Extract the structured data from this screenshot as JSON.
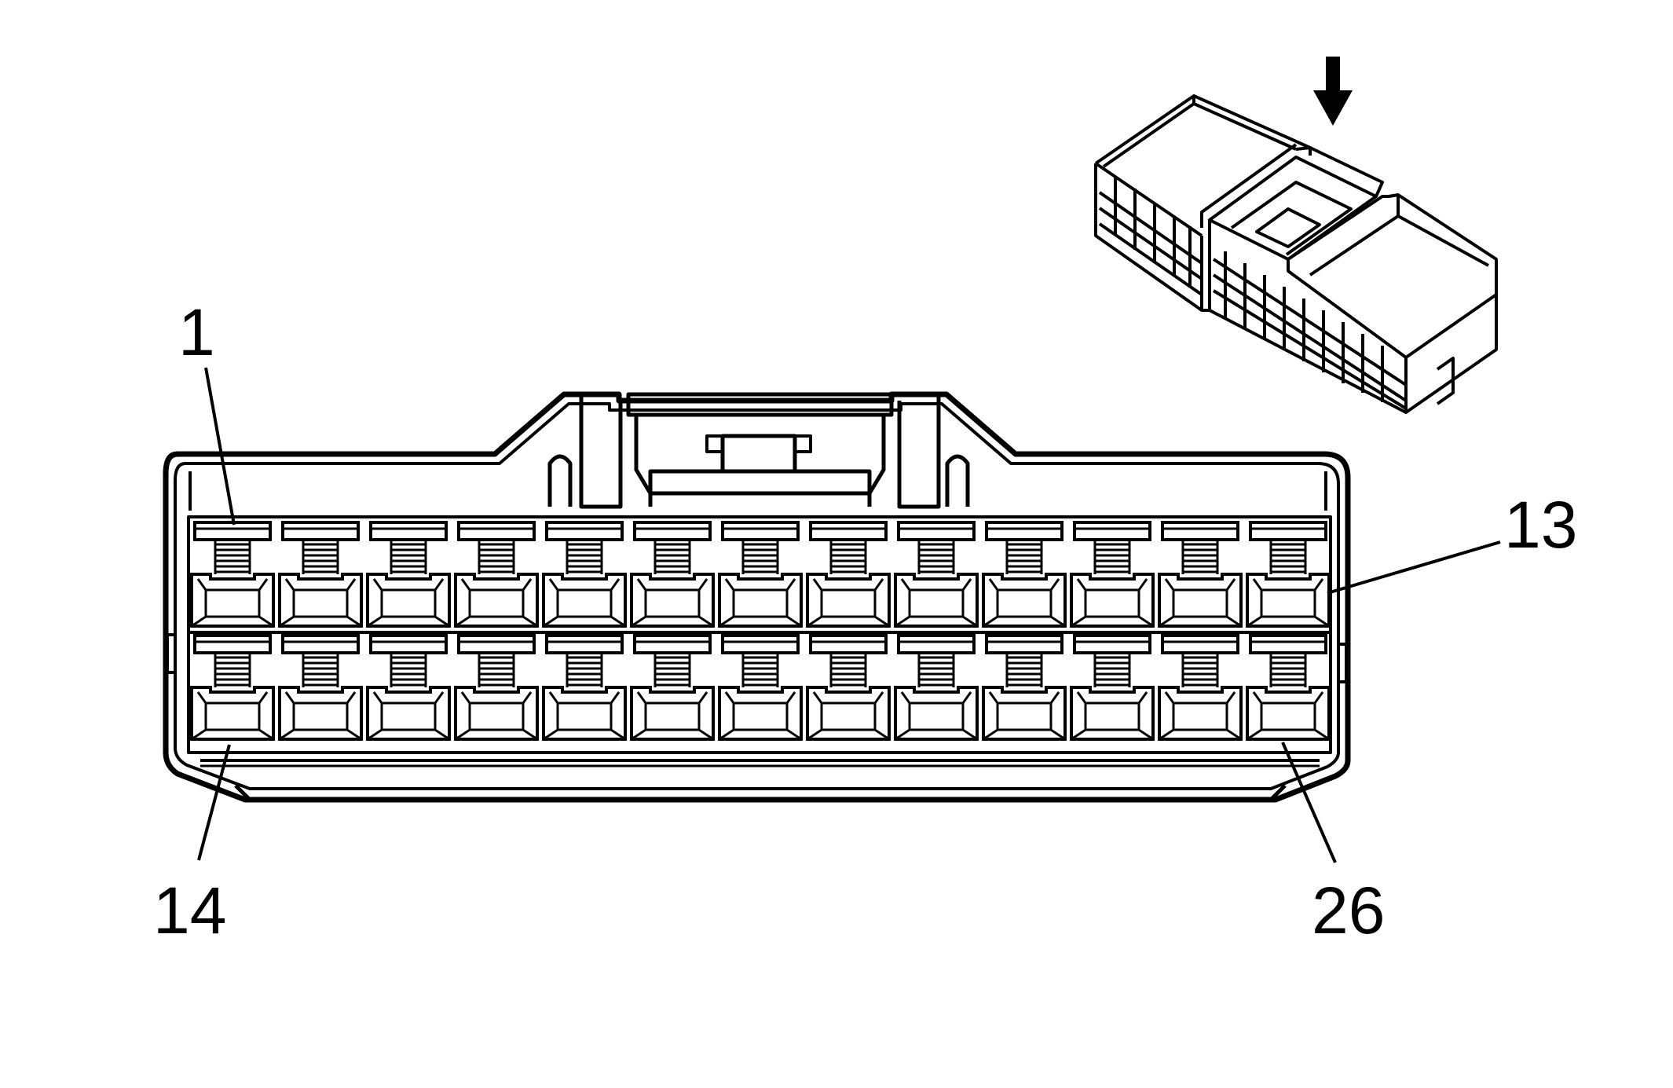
{
  "connector": {
    "rows": 2,
    "cavities_per_row": 13,
    "total_cavities": 26
  },
  "labels": {
    "pin_1": "1",
    "pin_13": "13",
    "pin_14": "14",
    "pin_26": "26"
  },
  "colors": {
    "stroke": "#000000",
    "background": "#ffffff"
  },
  "icons": {
    "view_direction": "down-arrow-icon"
  }
}
